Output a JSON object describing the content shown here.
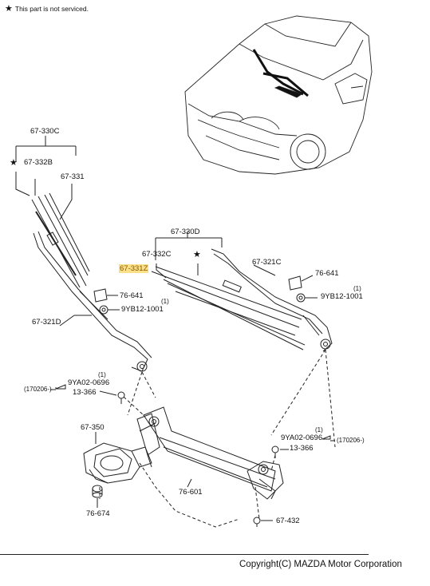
{
  "note": {
    "icon": "star-icon",
    "text": "This part is not serviced."
  },
  "parts": {
    "p67_330C": "67-330C",
    "p67_332B": "67-332B",
    "p67_331": "67-331",
    "p67_330D": "67-330D",
    "p67_332C": "67-332C",
    "p67_331Z": "67-331Z",
    "p67_321C": "67-321C",
    "p67_321D": "67-321D",
    "p76_641a": "76-641",
    "p76_641b": "76-641",
    "p9YB12_1001a": "9YB12-1001",
    "p9YB12_1001b": "9YB12-1001",
    "p9YA02_0696a": "9YA02-0696",
    "p9YA02_0696b": "9YA02-0696",
    "p13_366a": "13-366",
    "p13_366b": "13-366",
    "p67_350": "67-350",
    "p76_674": "76-674",
    "p76_601": "76-601",
    "p67_432": "67-432"
  },
  "qty": {
    "a": "(1)",
    "b": "(1)",
    "c": "(1)",
    "d": "(1)"
  },
  "date_notes": {
    "left": "(170206-)",
    "right": "(170206-)"
  },
  "copyright": "Copyright(C) MAZDA Motor Corporation"
}
